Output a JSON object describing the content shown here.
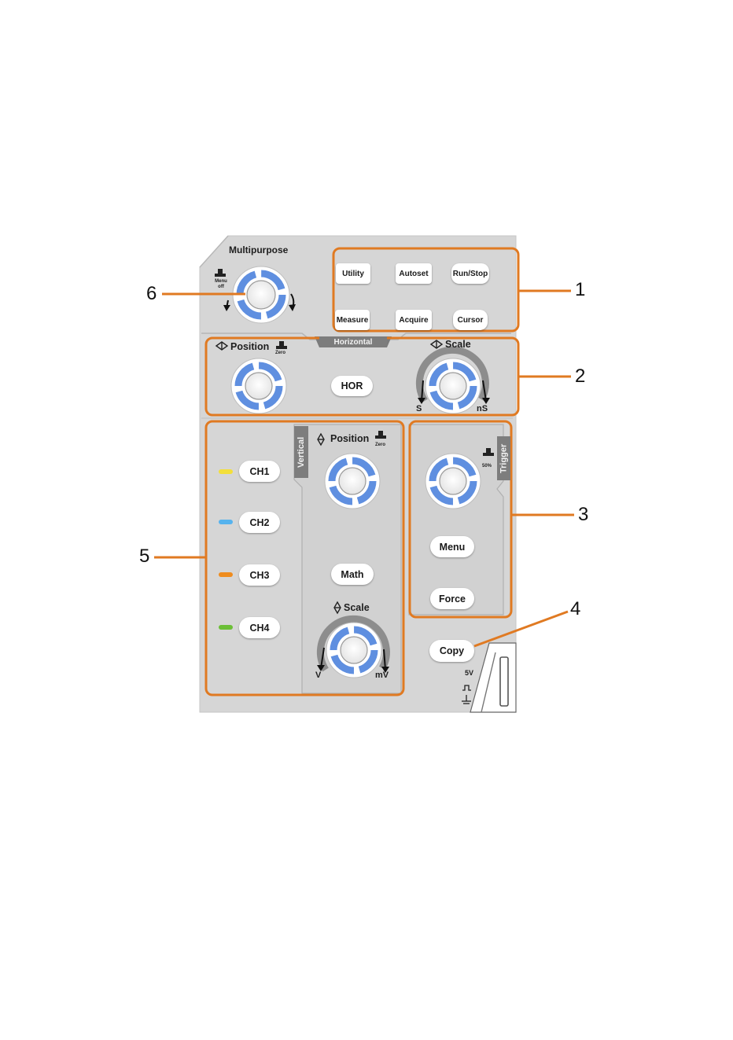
{
  "panel": {
    "multipurpose_label": "Multipurpose",
    "menu_off_label": "Menu off",
    "horizontal_tab": "Horizontal",
    "vertical_tab": "Vertical",
    "trigger_tab": "Trigger",
    "zero_label": "Zero",
    "fifty_label": "50%",
    "terminal_5v": "5V"
  },
  "group1": {
    "buttons": [
      "Utility",
      "Autoset",
      "Run/Stop",
      "Measure",
      "Acquire",
      "Cursor"
    ]
  },
  "horizontal": {
    "position_label": "Position",
    "scale_label": "Scale",
    "hor_button": "HOR",
    "scale_left": "S",
    "scale_right": "nS"
  },
  "vertical": {
    "channels": [
      "CH1",
      "CH2",
      "CH3",
      "CH4"
    ],
    "channel_colors": [
      "#f3df3a",
      "#56b3ee",
      "#ef8c1e",
      "#6cbf37"
    ],
    "position_label": "Position",
    "math_button": "Math",
    "scale_label": "Scale",
    "scale_left": "V",
    "scale_right": "mV"
  },
  "trigger": {
    "menu_button": "Menu",
    "force_button": "Force"
  },
  "copy_button": "Copy",
  "callouts": [
    "1",
    "2",
    "3",
    "4",
    "5",
    "6"
  ],
  "colors": {
    "callout_orange": "#e07a22",
    "panel_gray": "#d6d6d6",
    "knob_blue": "#5f8fe0"
  }
}
